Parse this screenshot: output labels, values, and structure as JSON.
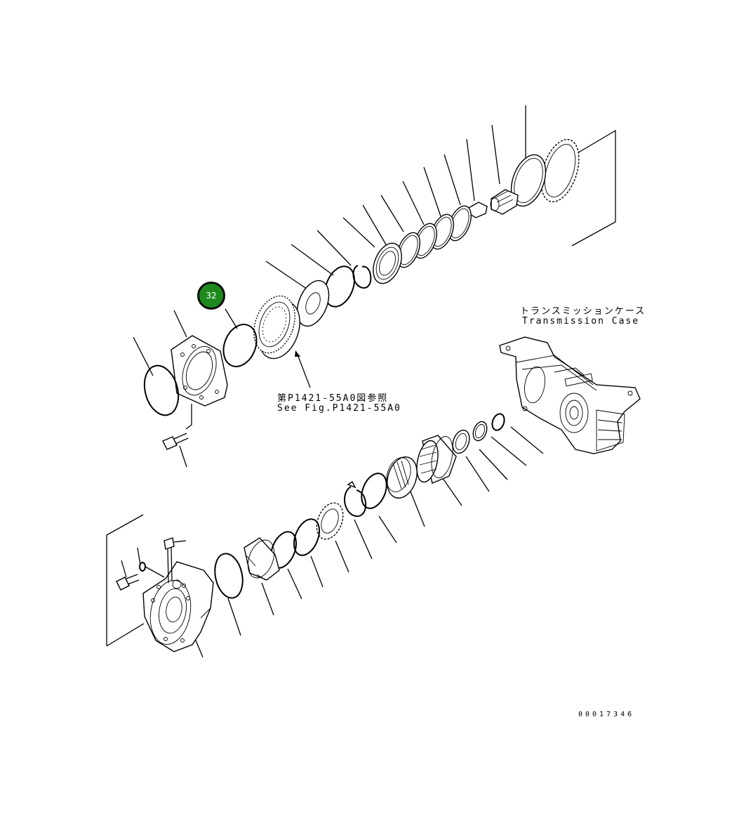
{
  "labels": {
    "transmission_case_jp": "トランスミッションケース",
    "transmission_case_en": "Transmission Case",
    "ref_jp": "第P1421-55A0図参照",
    "ref_en": "See Fig.P1421-55A0",
    "drawing_number": "00017346"
  },
  "callout": {
    "number": "32",
    "color": "#1e8a1e"
  }
}
